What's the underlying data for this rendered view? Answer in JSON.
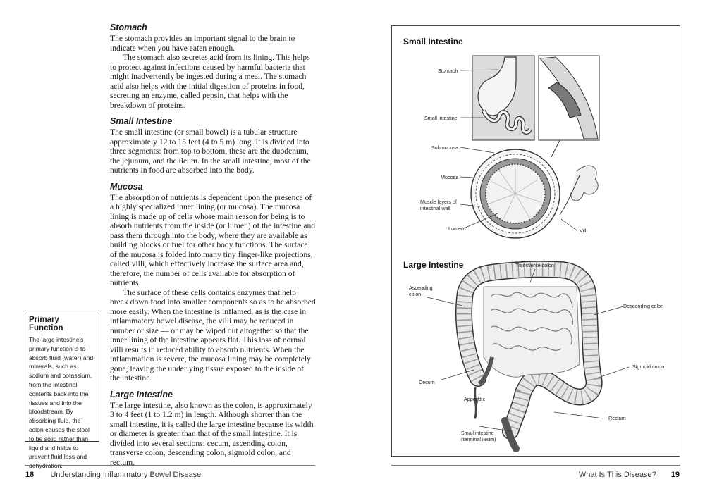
{
  "left_page": {
    "sections": [
      {
        "heading": "Stomach",
        "paragraphs": [
          "The stomach provides an important signal to the brain to indicate when you have eaten enough.",
          "The stomach also secretes acid from its lining. This helps to protect against infections caused by harmful bacteria that might inadvertently be ingested during a meal. The stomach acid also helps with the initial digestion of proteins in food, secreting an enzyme, called pepsin, that helps with the breakdown of proteins."
        ]
      },
      {
        "heading": "Small Intestine",
        "paragraphs": [
          "The small intestine (or small bowel) is a tubular structure approximately 12 to 15 feet (4 to 5 m) long. It is divided into three segments: from top to bottom, these are the duodenum, the jejunum, and the ileum. In the small intestine, most of the nutrients in food are absorbed into the body."
        ]
      },
      {
        "heading": "Mucosa",
        "paragraphs": [
          "The absorption of nutrients is dependent upon the presence of a highly specialized inner lining (or mucosa). The mucosa lining is made up of cells whose main reason for being is to absorb nutrients from the inside (or lumen) of the intestine and pass them through into the body, where they are available as building blocks or fuel for other body functions. The surface of the mucosa is folded into many tiny finger-like projections, called villi, which effectively increase the surface area and, therefore, the number of cells available for absorption of nutrients.",
          "The surface of these cells contains enzymes that help break down food into smaller components so as to be absorbed more easily. When the intestine is inflamed, as is the case in inflammatory bowel disease, the villi may be reduced in number or size — or may be wiped out altogether so that the inner lining of the intestine appears flat. This loss of normal villi results in reduced ability to absorb nutrients. When the inflammation is severe, the mucosa lining may be completely gone, leaving the underlying tissue exposed to the inside of the intestine."
        ]
      },
      {
        "heading": "Large Intestine",
        "paragraphs": [
          "The large intestine, also known as the colon, is approximately 3 to 4 feet (1 to 1.2 m) in length. Although shorter than the small intestine, it is called the large intestine because its width or diameter is greater than that of the small intestine. It is divided into several sections: cecum, ascending colon, transverse colon, descending colon, sigmoid colon, and rectum."
        ]
      }
    ],
    "sidebar": {
      "title": "Primary Function",
      "text": "The large intestine's primary function is to absorb fluid (water) and minerals, such as sodium and potassium, from the intestinal contents back into the tissues and into the bloodstream. By absorbing fluid, the colon causes the stool to be solid rather than liquid and helps to prevent fluid loss and dehydration."
    },
    "footer": {
      "page_number": "18",
      "running_title": "Understanding Inflammatory Bowel Disease"
    }
  },
  "right_page": {
    "figure": {
      "small_intestine_title": "Small Intestine",
      "small_labels": {
        "stomach": "Stomach",
        "small_intestine": "Small intestine",
        "submucosa": "Submucosa",
        "mucosa": "Mucosa",
        "muscle_1": "Muscle layers of",
        "muscle_2": "intestinal wall",
        "lumen": "Lumen",
        "villi": "Villi"
      },
      "large_intestine_title": "Large Intestine",
      "large_labels": {
        "transverse": "Transverse colon",
        "ascending_1": "Ascending",
        "ascending_2": "colon",
        "descending": "Descending colon",
        "sigmoid": "Sigmoid colon",
        "cecum": "Cecum",
        "appendix": "Appendix",
        "rectum": "Rectum",
        "si_1": "Small intestine",
        "si_2": "(terminal ileum)"
      }
    },
    "footer": {
      "running_title": "What Is This Disease?",
      "page_number": "19"
    }
  }
}
